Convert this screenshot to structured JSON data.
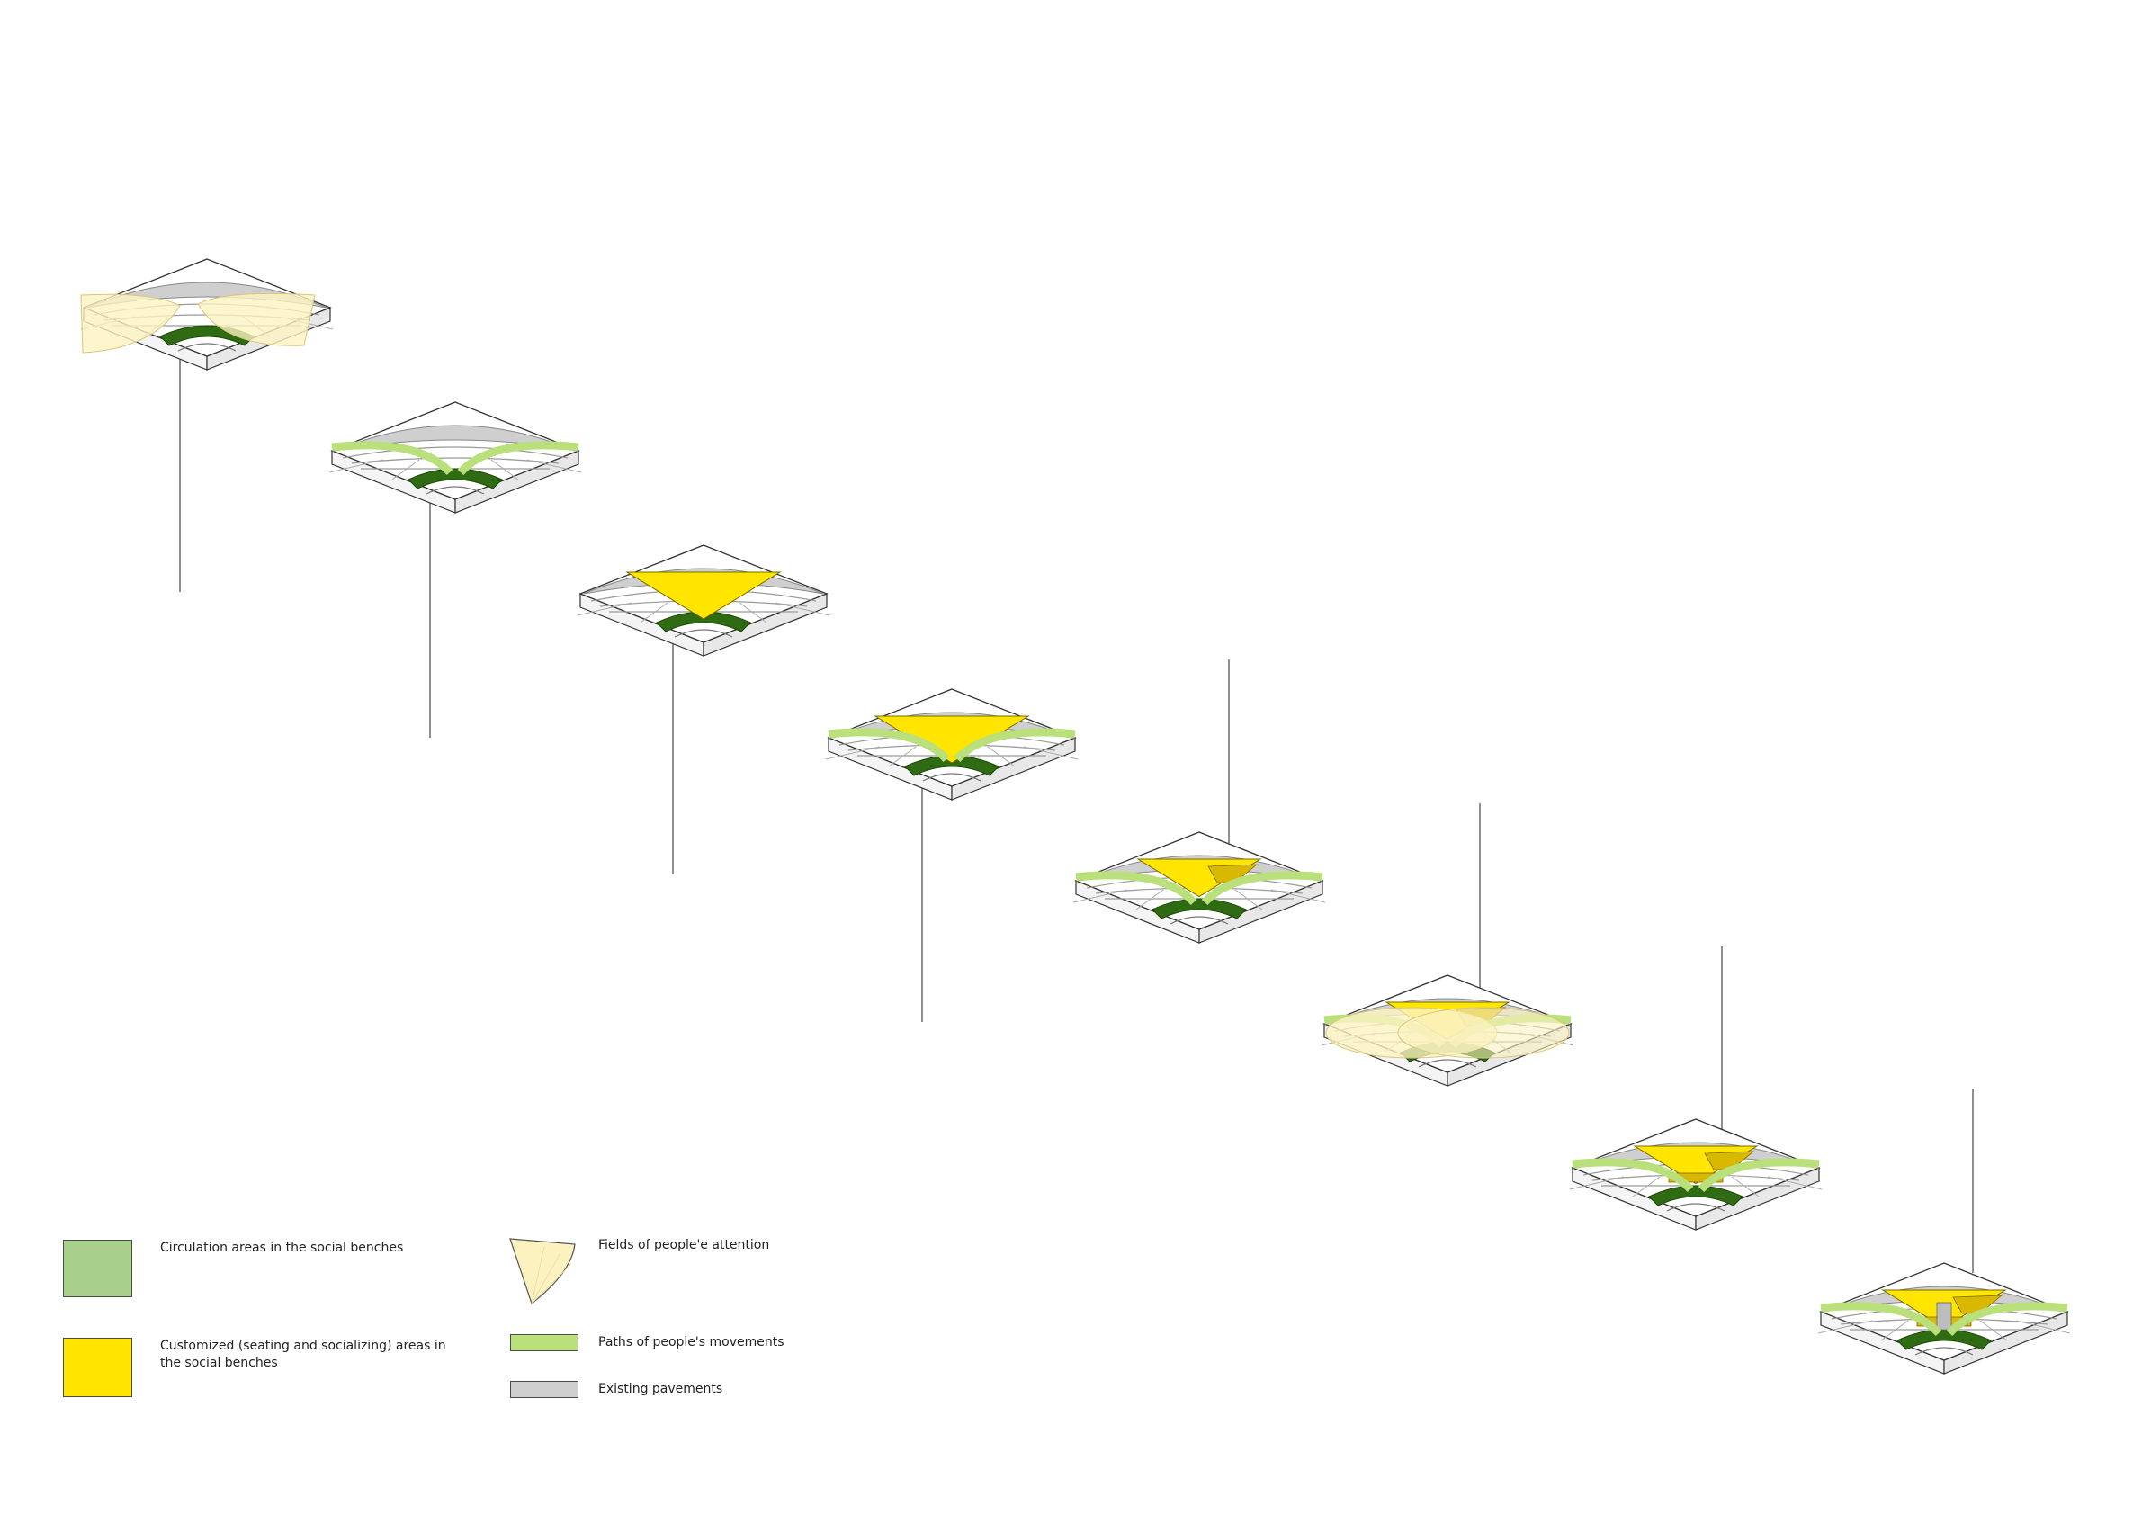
{
  "colors": {
    "circulation": "#a8d08a",
    "customized": "#ffe500",
    "customized_shadow": "#d8b800",
    "attention": "#fbf2c0",
    "paths": "#b9e07a",
    "pavement": "#cfcfcf",
    "green_band": "#2e6b12",
    "outline": "#333333"
  },
  "stages": [
    {
      "id": 1,
      "pavement": true,
      "paths": false,
      "customized": "none",
      "attention": "wide"
    },
    {
      "id": 2,
      "pavement": true,
      "paths": true,
      "customized": "none",
      "attention": "none"
    },
    {
      "id": 3,
      "pavement": true,
      "paths": false,
      "customized": "large",
      "attention": "none"
    },
    {
      "id": 4,
      "pavement": true,
      "paths": true,
      "customized": "large",
      "attention": "none"
    },
    {
      "id": 5,
      "pavement": true,
      "paths": true,
      "customized": "stepped",
      "attention": "none"
    },
    {
      "id": 6,
      "pavement": true,
      "paths": true,
      "customized": "stepped",
      "attention": "overlay"
    },
    {
      "id": 7,
      "pavement": true,
      "paths": true,
      "customized": "terraced",
      "attention": "none"
    },
    {
      "id": 8,
      "pavement": true,
      "paths": true,
      "customized": "final",
      "attention": "none"
    }
  ],
  "legend": {
    "circulation": {
      "label": "Circulation areas in the social benches",
      "icon": "green-square"
    },
    "customized": {
      "label": "Customized (seating and socializing) areas in the social benches",
      "icon": "yellow-square"
    },
    "attention": {
      "label": "Fields of people'e attention",
      "icon": "attention-fan"
    },
    "paths": {
      "label": "Paths of people's movements",
      "icon": "green-strip"
    },
    "pavements": {
      "label": "Existing pavements",
      "icon": "grey-strip"
    }
  }
}
